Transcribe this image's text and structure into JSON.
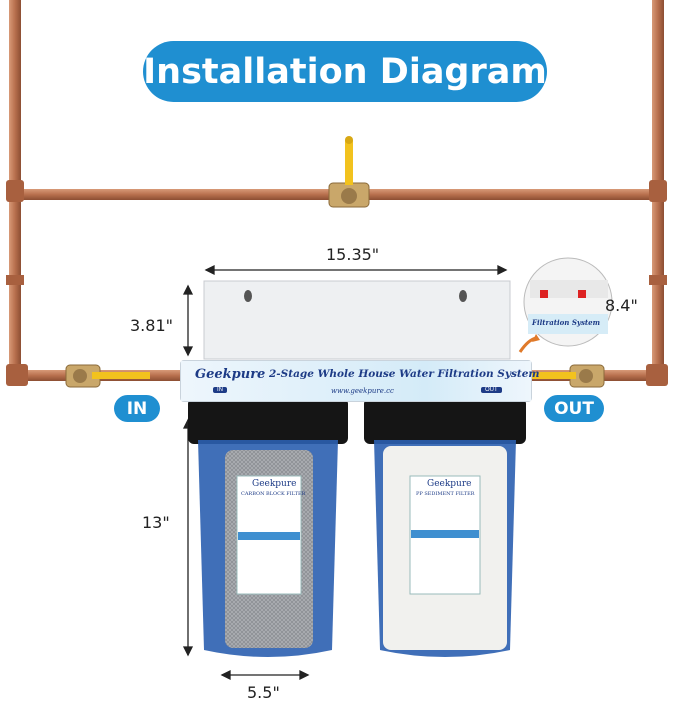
{
  "title": "Installation Diagram",
  "labels": {
    "in": "IN",
    "out": "OUT"
  },
  "dimensions": {
    "width": "15.35\"",
    "bracket_height": "3.81\"",
    "depth": "8.4\"",
    "housing_height": "13\"",
    "housing_diameter": "5.5\""
  },
  "panel": {
    "brand": "Geekpure",
    "product": "2-Stage Whole House Water Filtration System",
    "website": "www.geekpure.cc",
    "in_tag": "IN",
    "out_tag": "OUT"
  },
  "filters": {
    "left": {
      "brand": "Geekpure",
      "name": "CARBON BLOCK FILTER"
    },
    "right": {
      "brand": "Geekpure",
      "name": "PP SEDIMENT FILTER"
    }
  },
  "inset": {
    "caption": "Filtration System"
  },
  "colors": {
    "accent": "#1f8fd1",
    "copper": "#b8704e",
    "housing_blue": "#2b5fb0"
  }
}
